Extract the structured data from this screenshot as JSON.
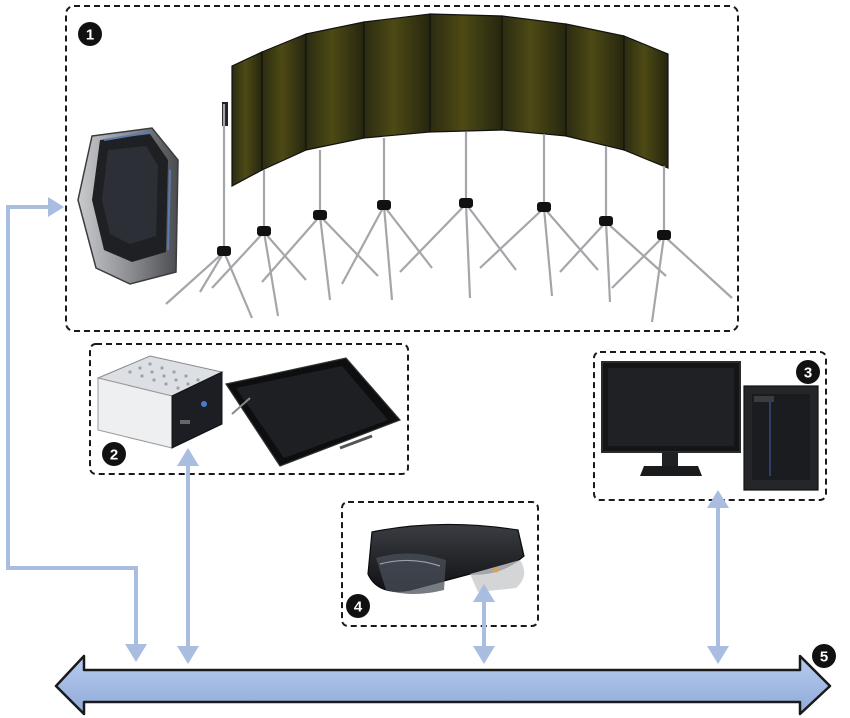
{
  "badges": [
    {
      "label": "1"
    },
    {
      "label": "2"
    },
    {
      "label": "3"
    },
    {
      "label": "4"
    },
    {
      "label": "5"
    }
  ],
  "colors": {
    "connector": "#a9bde0",
    "bus_fill": "#a4bde6",
    "bus_stroke": "#1a1a1a",
    "group_border": "#1a1a1a",
    "badge_fill": "#111111",
    "panel_dark": "#2a2a10",
    "panel_olive": "#4a4a12"
  },
  "icons": {
    "group1": [
      "gaming-tower-pc-icon",
      "curved-display-wall-icon",
      "tripod-stand-icon"
    ],
    "group2": [
      "mini-pc-icon",
      "pen-display-tablet-icon"
    ],
    "group3": [
      "desktop-monitor-icon",
      "tower-pc-icon"
    ],
    "group4": [
      "mixed-reality-headset-icon"
    ],
    "group5": [
      "network-bus-arrow-icon"
    ]
  }
}
